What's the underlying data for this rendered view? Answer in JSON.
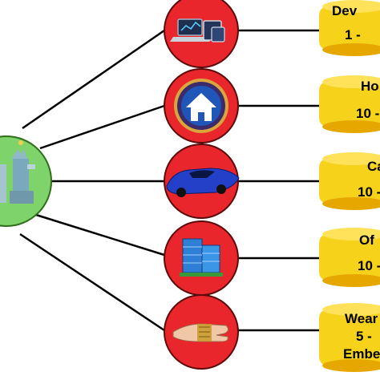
{
  "colors": {
    "hub_fill": "#7ed36a",
    "node_fill": "#e8262c",
    "node_stroke": "#5b0a0a",
    "line": "#000000",
    "card_fill": "#f7d21a",
    "card_edge": "#e6a800"
  },
  "hub": {
    "icon": "statue-of-liberty-icon"
  },
  "nodes": [
    {
      "icon": "laptop-tablet-icon",
      "label_line1": "Dev",
      "label_line2": "1 -"
    },
    {
      "icon": "home-icon",
      "label_line1": "Ho",
      "label_line2": "10 -"
    },
    {
      "icon": "sports-car-icon",
      "label_line1": "Ca",
      "label_line2": "10 -"
    },
    {
      "icon": "office-building-icon",
      "label_line1": "Of",
      "label_line2": "10 -"
    },
    {
      "icon": "wearable-hand-icon",
      "label_line1": "Wear",
      "label_line2": "5 -",
      "label_line3": "Embe"
    }
  ]
}
